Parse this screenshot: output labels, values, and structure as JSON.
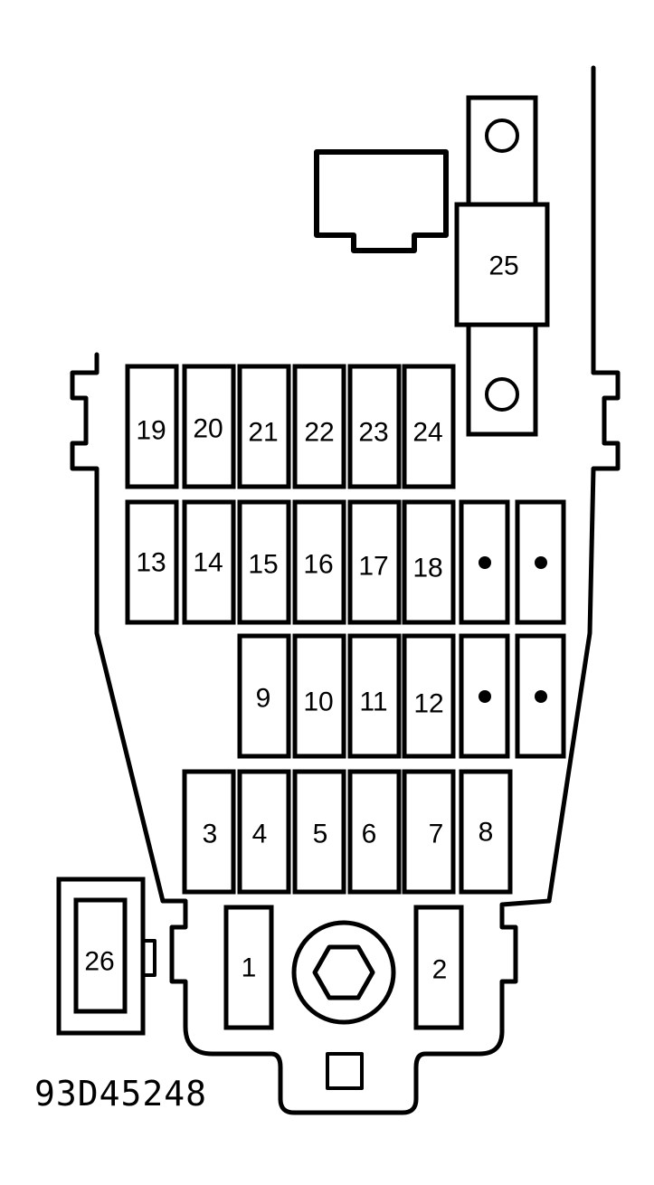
{
  "fuses": [
    {
      "id": "19",
      "label": "19"
    },
    {
      "id": "20",
      "label": "20"
    },
    {
      "id": "21",
      "label": "21"
    },
    {
      "id": "22",
      "label": "22"
    },
    {
      "id": "23",
      "label": "23"
    },
    {
      "id": "24",
      "label": "24"
    },
    {
      "id": "13",
      "label": "13"
    },
    {
      "id": "14",
      "label": "14"
    },
    {
      "id": "15",
      "label": "15"
    },
    {
      "id": "16",
      "label": "16"
    },
    {
      "id": "17",
      "label": "17"
    },
    {
      "id": "18",
      "label": "18"
    },
    {
      "id": "9",
      "label": "9"
    },
    {
      "id": "10",
      "label": "10"
    },
    {
      "id": "11",
      "label": "11"
    },
    {
      "id": "12",
      "label": "12"
    },
    {
      "id": "3",
      "label": "3"
    },
    {
      "id": "4",
      "label": "4"
    },
    {
      "id": "5",
      "label": "5"
    },
    {
      "id": "6",
      "label": "6"
    },
    {
      "id": "7",
      "label": "7"
    },
    {
      "id": "8",
      "label": "8"
    },
    {
      "id": "1",
      "label": "1"
    },
    {
      "id": "2",
      "label": "2"
    },
    {
      "id": "25",
      "label": "25"
    },
    {
      "id": "26",
      "label": "26"
    }
  ],
  "figure_code": "93D45248"
}
